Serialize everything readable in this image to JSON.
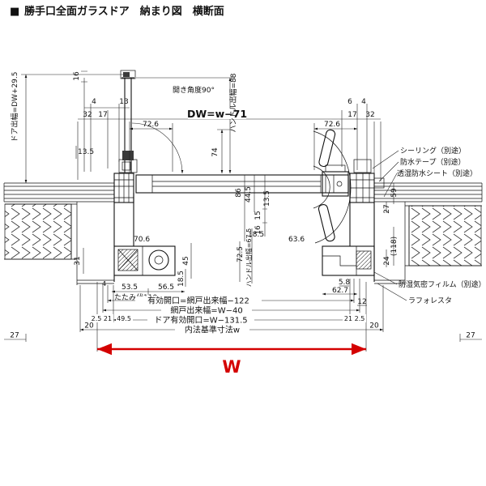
{
  "title": {
    "bullet": "■",
    "text": "勝手口全面ガラスドア　納まり図　横断面"
  },
  "colors": {
    "line": "#111111",
    "accent_red": "#d40000",
    "background": "#ffffff"
  },
  "labels": {
    "door_projection": "ドア出幅=DW+29.5",
    "opening_angle": "開き角度90°",
    "dw_formula": "DW=w−71",
    "handle_top": "ハンドル出幅=88",
    "handle_bottom": "ハンドル出幅=67.5",
    "sealing": "シーリング（別途）",
    "tape": "防水テープ（別途）",
    "sheet": "透湿防水シート（別途）",
    "film": "防湿気密フィルム（別途）",
    "laforesta": "ラフォレスタ",
    "tatami": "たたみ代110",
    "eff_opening": "有効開口=網戸出来幅−122",
    "screen_width": "網戸出来幅=W−40",
    "door_opening": "ドア有効開口=W−131.5",
    "base_dim": "内法基準寸法w",
    "w": "W",
    "d16_top": "16",
    "d4_tl": "4",
    "d32_tl": "32",
    "d17_tl": "17",
    "d13_tl": "13",
    "d72_6_l": "72.6",
    "d72_6_r": "72.6",
    "d6_tr": "6",
    "d4_tr": "4",
    "d17_tr": "17",
    "d32_tr": "32",
    "d13_5_l": "13.5",
    "d74": "74",
    "d59": "59",
    "d27_r": "27",
    "d86": "86",
    "d44_5": "44.5",
    "d13_5_c": "13.5",
    "d15": "15",
    "d16_c": "16",
    "d18_5_c": "18.5",
    "d72_5": "72.5",
    "d70_6": "70.6",
    "d63_6": "63.6",
    "d118": "(118)",
    "d24": "24",
    "d31": "31",
    "d45": "45",
    "d18_5_l": "18.5",
    "d4_bl": "4",
    "d53_5": "53.5",
    "d56_5": "56.5",
    "d5_8": "5.8",
    "d62_7": "62.7",
    "d12": "12",
    "d2_5_l": "2.5",
    "d21_l": "21",
    "d49_5": "49.5",
    "d21_r": "21",
    "d2_5_r": "2.5",
    "d20_l": "20",
    "d20_r": "20",
    "d27_bl": "27",
    "d27_br": "27"
  }
}
